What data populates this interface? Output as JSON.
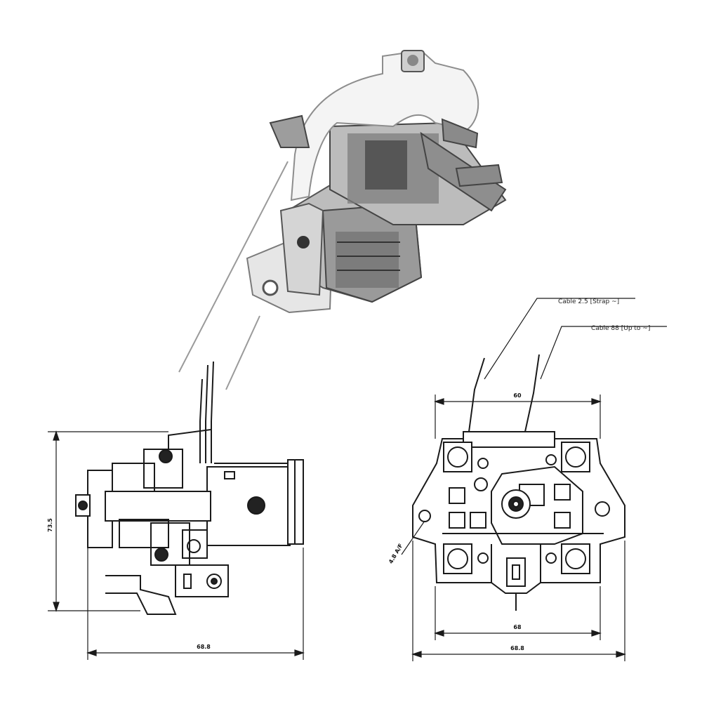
{
  "figure": {
    "photo": {
      "caption": ""
    },
    "side_view": {
      "dim_height": "73.5",
      "dim_length": "68.8"
    },
    "front_view": {
      "callout_top": "Cable 2.5 [Strap ~]",
      "callout_second": "Cable 88 [Up to ~]",
      "dim_top": "60",
      "dim_bottom_inner": "68",
      "dim_bottom_outer": "68.8",
      "dim_hole": "4.8 A/F"
    }
  },
  "colors": {
    "ink": "#1a1a1a",
    "paper": "#ffffff",
    "gray": "#8a8a8a",
    "light": "#d9d9d9"
  }
}
